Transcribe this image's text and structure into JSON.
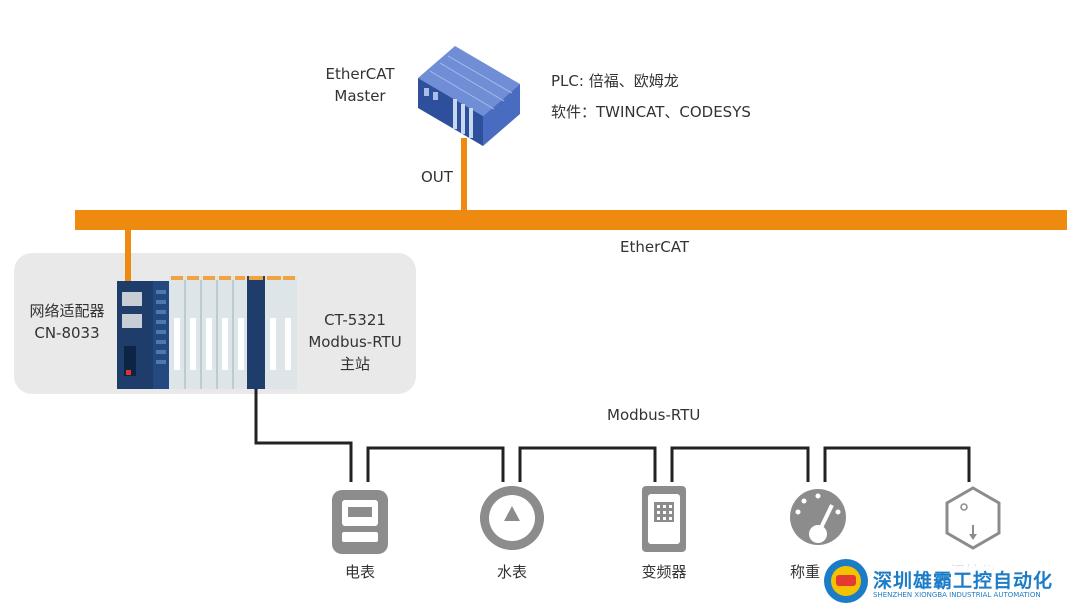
{
  "colors": {
    "ethercat_bus": "#EE8A0F",
    "modbus_line": "#222222",
    "coupler_panel": "#E9E9E9",
    "device_icon": "#8C8C8C",
    "plc_body": "#3D63B2",
    "watermark_text": "#1C7CC7"
  },
  "master": {
    "title_line1": "EtherCAT",
    "title_line2": "Master",
    "plc_line": "PLC: 倍福、欧姆龙",
    "software_line": "软件：TWINCAT、CODESYS",
    "out_label": "OUT"
  },
  "bus": {
    "label": "EtherCAT"
  },
  "coupler": {
    "name_line1": "网络适配器",
    "name_line2": "CN-8033",
    "module_line1": "CT-5321",
    "module_line2": "Modbus-RTU",
    "module_line3": "主站"
  },
  "modbus": {
    "label": "Modbus-RTU"
  },
  "devices": [
    {
      "label": "电表",
      "icon": "electric-meter-icon"
    },
    {
      "label": "水表",
      "icon": "water-meter-icon"
    },
    {
      "label": "变频器",
      "icon": "inverter-icon"
    },
    {
      "label": "称重仪",
      "icon": "weighing-instrument-icon"
    },
    {
      "label": "温控仪",
      "icon": "thermostat-icon"
    }
  ],
  "watermark": {
    "company": "深圳雄霸工控自动化",
    "company_en": "SHENZHEN XIONGBA INDUSTRIAL AUTOMATION"
  }
}
